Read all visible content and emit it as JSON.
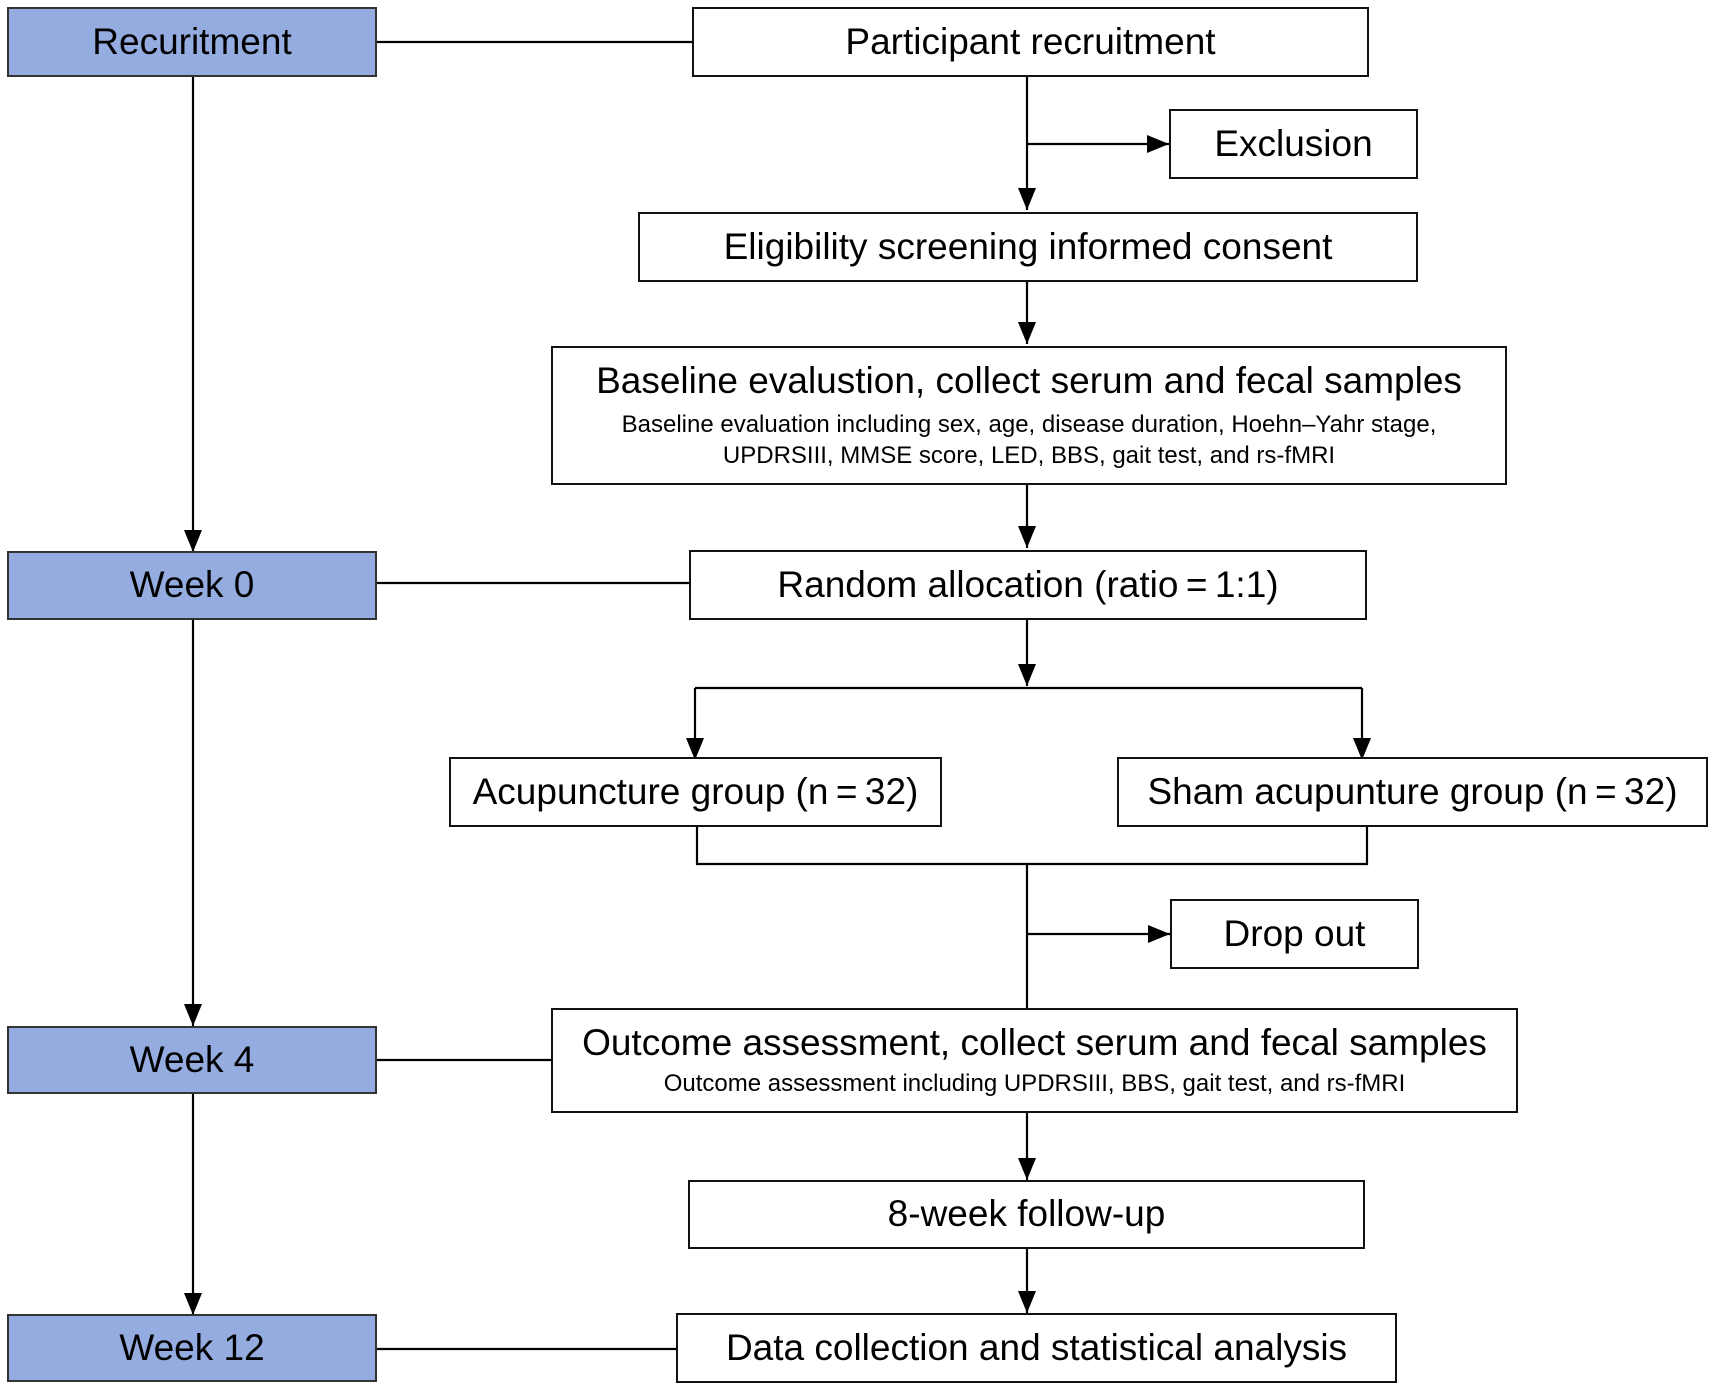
{
  "timeline": {
    "recruitment": "Recuritment",
    "week0": "Week 0",
    "week4": "Week 4",
    "week12": "Week 12"
  },
  "steps": {
    "participant_recruitment": "Participant recruitment",
    "exclusion": "Exclusion",
    "eligibility": "Eligibility screening informed consent",
    "baseline_title": "Baseline evalustion, collect serum and fecal samples",
    "baseline_detail_1": "Baseline evaluation including sex, age, disease duration, Hoehn–Yahr stage,",
    "baseline_detail_2": "UPDRSIII, MMSE score, LED, BBS, gait test, and rs-fMRI",
    "random_allocation": "Random allocation (ratio = 1:1)",
    "acupuncture_group": "Acupuncture group (n = 32)",
    "sham_group": "Sham acupunture group (n = 32)",
    "drop_out": "Drop out",
    "outcome_title": "Outcome assessment, collect serum and fecal samples",
    "outcome_detail": "Outcome assessment including UPDRSIII, BBS, gait test, and rs-fMRI",
    "follow_up": "8-week follow-up",
    "data_collection": "Data collection and statistical analysis"
  },
  "colors": {
    "stage_fill": "#94acdf",
    "line": "#000000"
  }
}
